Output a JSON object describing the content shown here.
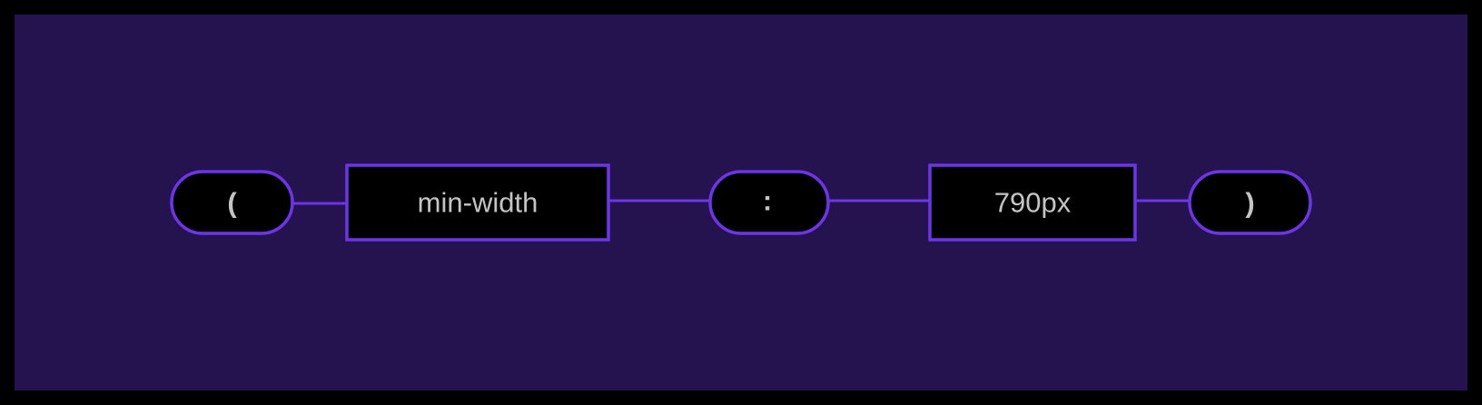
{
  "diagram": {
    "title": "",
    "colors": {
      "background": "#251350",
      "outer_border": "#000000",
      "stroke": "#6c35e8",
      "node_fill": "#000000",
      "text": "#c4c4c4"
    },
    "nodes": [
      {
        "id": "open-paren",
        "shape": "terminal",
        "label": "("
      },
      {
        "id": "feature",
        "shape": "nonterminal",
        "label": "min-width"
      },
      {
        "id": "colon",
        "shape": "terminal",
        "label": ":"
      },
      {
        "id": "value",
        "shape": "nonterminal",
        "label": "790px"
      },
      {
        "id": "close-paren",
        "shape": "terminal",
        "label": ")"
      }
    ],
    "edges": [
      [
        "open-paren",
        "feature"
      ],
      [
        "feature",
        "colon"
      ],
      [
        "colon",
        "value"
      ],
      [
        "value",
        "close-paren"
      ]
    ]
  }
}
